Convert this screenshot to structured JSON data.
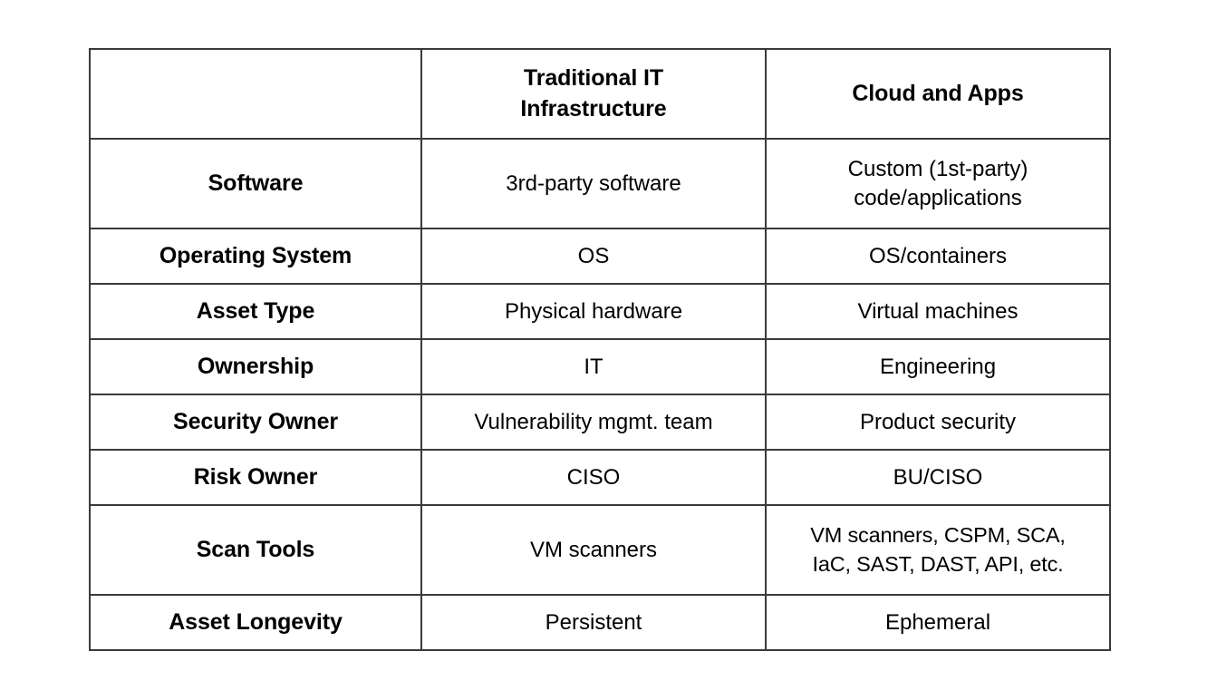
{
  "table": {
    "columns": [
      {
        "key": "attribute",
        "label": ""
      },
      {
        "key": "traditional",
        "label": "Traditional IT Infrastructure",
        "line1": "Traditional IT",
        "line2": "Infrastructure"
      },
      {
        "key": "cloud",
        "label": "Cloud and Apps",
        "line1": "Cloud and Apps",
        "line2": ""
      }
    ],
    "rows": [
      {
        "attribute": "Software",
        "traditional": {
          "line1": "3rd-party software",
          "line2": ""
        },
        "cloud": {
          "line1": "Custom (1st-party)",
          "line2": "code/applications"
        }
      },
      {
        "attribute": "Operating System",
        "traditional": {
          "line1": "OS",
          "line2": ""
        },
        "cloud": {
          "line1": "OS/containers",
          "line2": ""
        }
      },
      {
        "attribute": "Asset Type",
        "traditional": {
          "line1": "Physical hardware",
          "line2": ""
        },
        "cloud": {
          "line1": "Virtual machines",
          "line2": ""
        }
      },
      {
        "attribute": "Ownership",
        "traditional": {
          "line1": "IT",
          "line2": ""
        },
        "cloud": {
          "line1": "Engineering",
          "line2": ""
        }
      },
      {
        "attribute": "Security Owner",
        "traditional": {
          "line1": "Vulnerability mgmt. team",
          "line2": ""
        },
        "cloud": {
          "line1": "Product security",
          "line2": ""
        }
      },
      {
        "attribute": "Risk Owner",
        "traditional": {
          "line1": "CISO",
          "line2": ""
        },
        "cloud": {
          "line1": "BU/CISO",
          "line2": ""
        }
      },
      {
        "attribute": "Scan Tools",
        "traditional": {
          "line1": "VM scanners",
          "line2": ""
        },
        "cloud": {
          "line1": "VM scanners, CSPM, SCA,",
          "line2": "IaC, SAST, DAST, API, etc."
        }
      },
      {
        "attribute": "Asset Longevity",
        "traditional": {
          "line1": "Persistent",
          "line2": ""
        },
        "cloud": {
          "line1": "Ephemeral",
          "line2": ""
        }
      }
    ]
  },
  "colors": {
    "page_background": "#ffffff",
    "border": "#3a3a3a",
    "text": "#000000"
  }
}
